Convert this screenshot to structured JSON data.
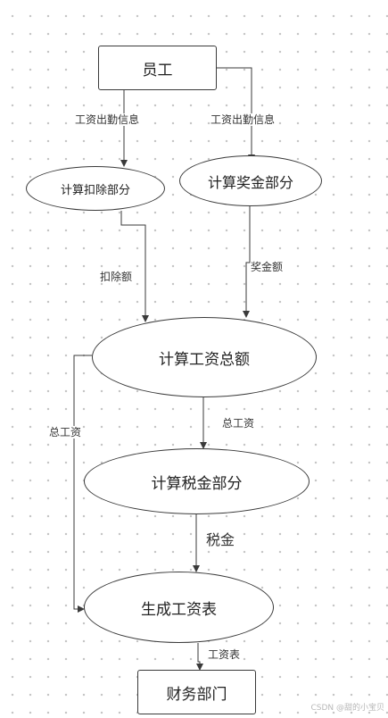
{
  "nodes": {
    "employee": "员工",
    "calc_deduction": "计算扣除部分",
    "calc_bonus": "计算奖金部分",
    "calc_total_salary": "计算工资总额",
    "calc_tax": "计算税金部分",
    "generate_salary_table": "生成工资表",
    "finance_dept": "财务部门"
  },
  "edge_labels": {
    "attendance_left": "工资出勤信息",
    "attendance_right": "工资出勤信息",
    "deduction_amount": "扣除额",
    "bonus_amount": "奖金额",
    "total_salary_to_tax": "总工资",
    "total_salary_side": "总工资",
    "tax": "税金",
    "salary_table": "工资表"
  },
  "watermark": "CSDN @甜的小宝贝",
  "colors": {
    "line": "#3a3a3a",
    "grid_dot": "#c4c4c4"
  }
}
